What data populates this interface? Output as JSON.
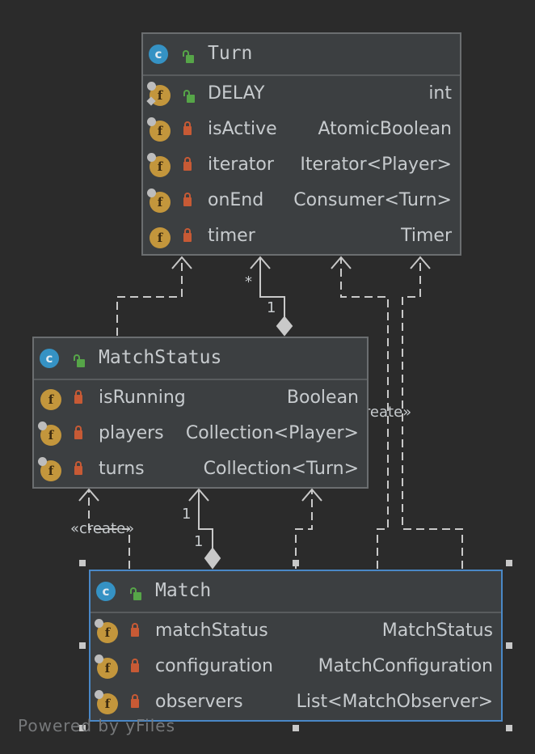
{
  "classes": {
    "turn": {
      "name": "Turn",
      "fields": [
        {
          "name": "DELAY",
          "type": "int"
        },
        {
          "name": "isActive",
          "type": "AtomicBoolean"
        },
        {
          "name": "iterator",
          "type": "Iterator<Player>"
        },
        {
          "name": "onEnd",
          "type": "Consumer<Turn>"
        },
        {
          "name": "timer",
          "type": "Timer"
        }
      ]
    },
    "match_status": {
      "name": "MatchStatus",
      "fields": [
        {
          "name": "isRunning",
          "type": "Boolean"
        },
        {
          "name": "players",
          "type": "Collection<Player>"
        },
        {
          "name": "turns",
          "type": "Collection<Turn>"
        }
      ]
    },
    "match": {
      "name": "Match",
      "fields": [
        {
          "name": "matchStatus",
          "type": "MatchStatus"
        },
        {
          "name": "configuration",
          "type": "MatchConfiguration"
        },
        {
          "name": "observers",
          "type": "List<MatchObserver>"
        }
      ]
    }
  },
  "edge_labels": {
    "turn_many": "*",
    "turn_one": "1",
    "status_one_top": "1",
    "status_one_bottom": "1",
    "create_match_status": "«create»",
    "create_turn": "«create»"
  },
  "icons": {
    "class": "class-icon",
    "field": "field-icon",
    "public": "lock-open-icon",
    "private": "lock-icon"
  },
  "class_icon_letter": "c",
  "field_icon_letter": "f",
  "watermark": "Powered by yFiles",
  "colors": {
    "background": "#2b2b2b",
    "node_fill": "#3c3f41",
    "node_border": "#6b6e70",
    "selected_border": "#4a88c7",
    "class_icon": "#3592c4",
    "field_icon": "#c3963c",
    "private_lock": "#c75a35",
    "public_lock": "#56a548"
  }
}
